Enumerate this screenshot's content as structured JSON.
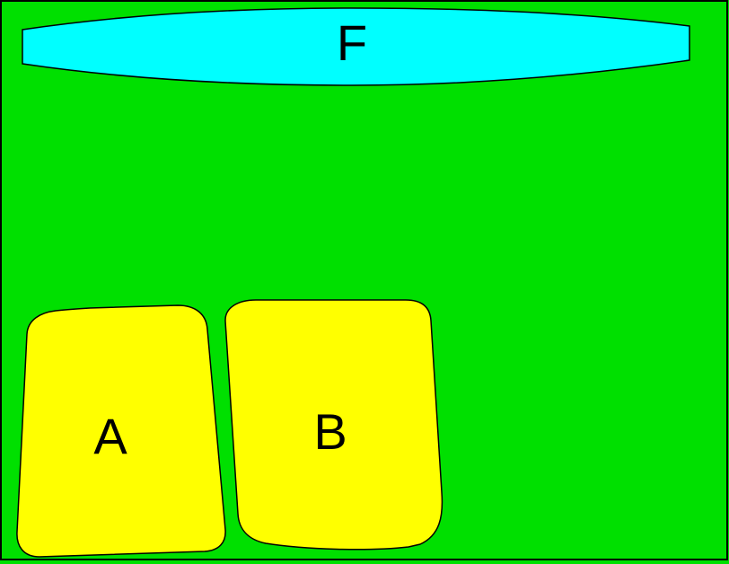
{
  "canvas": {
    "background": "#00e000",
    "border_color": "#000000"
  },
  "regions": {
    "f": {
      "label": "F",
      "fill": "#00ffff"
    },
    "a": {
      "label": "A",
      "fill": "#ffff00"
    },
    "b": {
      "label": "B",
      "fill": "#ffff00"
    }
  }
}
